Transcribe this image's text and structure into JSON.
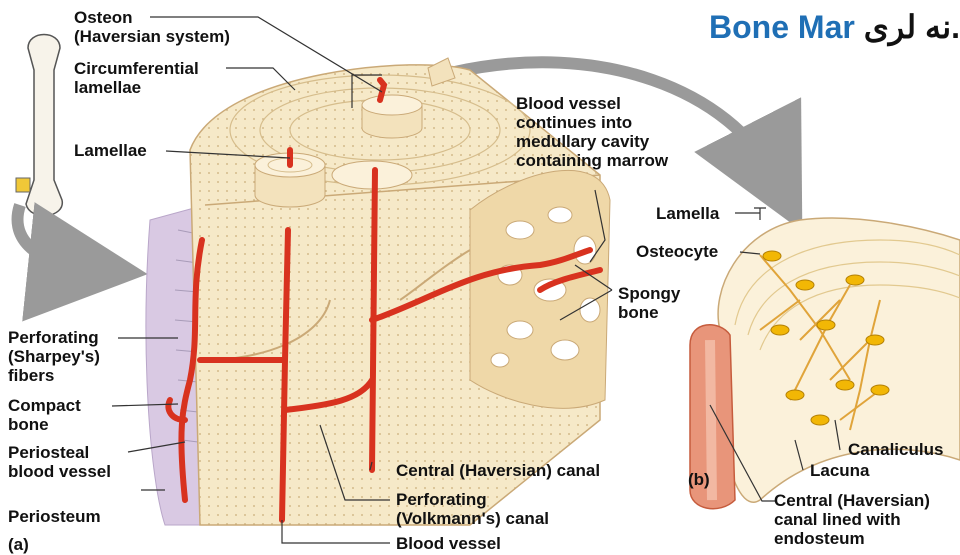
{
  "header": {
    "title_blue": "Bone Mar",
    "title_black": "نه لرى."
  },
  "labels": {
    "osteon": "Osteon\n(Haversian system)",
    "circumferential_lamellae": "Circumferential\nlamellae",
    "lamellae": "Lamellae",
    "blood_vessel_marrow": "Blood vessel\ncontinues into\nmedullary cavity\ncontaining marrow",
    "spongy_bone": "Spongy\nbone",
    "perforating_fibers": "Perforating\n(Sharpey's)\nfibers",
    "compact_bone": "Compact\nbone",
    "periosteal_vessel": "Periosteal\nblood vessel",
    "periosteum": "Periosteum",
    "panel_a": "(a)",
    "central_canal": "Central (Haversian) canal",
    "volkmann_canal": "Perforating\n(Volkmann's) canal",
    "blood_vessel": "Blood vessel",
    "lamella": "Lamella",
    "osteocyte": "Osteocyte",
    "canaliculus": "Canaliculus",
    "lacuna": "Lacuna",
    "panel_b": "(b)",
    "central_canal_b": "Central (Haversian)\ncanal lined with\nendosteum"
  },
  "colors": {
    "bone": "#f6e9c8",
    "bone_dark": "#e9d3a4",
    "vessel": "#d8321f",
    "periosteum": "#d9c9e3",
    "osteocyte": "#f2b705",
    "arrow": "#9a9a9a",
    "title_blue": "#1f6fb5"
  }
}
